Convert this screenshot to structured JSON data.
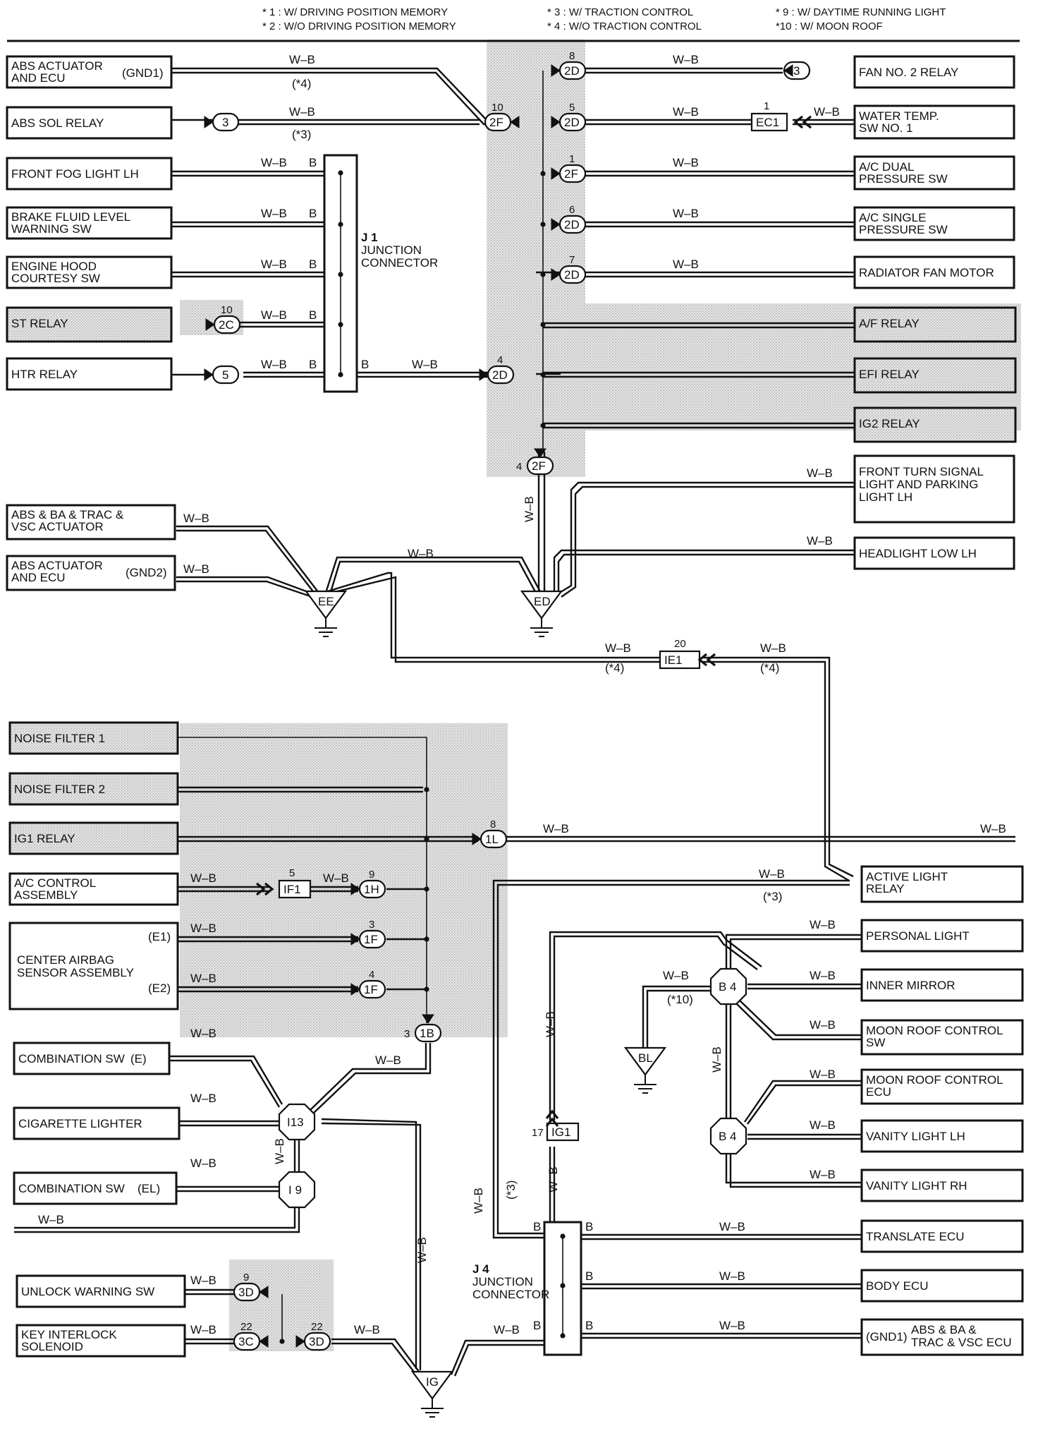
{
  "legend": [
    "* 1 : W/ DRIVING POSITION MEMORY",
    "* 2 : W/O DRIVING POSITION MEMORY",
    "* 3 : W/ TRACTION CONTROL",
    "* 4 : W/O TRACTION CONTROL",
    "* 9 : W/ DAYTIME RUNNING LIGHT",
    "*10 : W/ MOON ROOF"
  ],
  "wire": "W–B",
  "pin_b": "B",
  "left_components": [
    [
      "ABS ACTUATOR",
      "AND ECU",
      "(GND1)"
    ],
    [
      "ABS SOL RELAY"
    ],
    [
      "FRONT FOG LIGHT LH"
    ],
    [
      "BRAKE FLUID LEVEL",
      "WARNING SW"
    ],
    [
      "ENGINE HOOD",
      "COURTESY SW"
    ],
    [
      "ST RELAY"
    ],
    [
      "HTR RELAY"
    ],
    [
      "ABS & BA & TRAC &",
      "VSC ACTUATOR"
    ],
    [
      "ABS ACTUATOR",
      "AND ECU",
      "(GND2)"
    ],
    [
      "NOISE FILTER 1"
    ],
    [
      "NOISE FILTER 2"
    ],
    [
      "IG1 RELAY"
    ],
    [
      "A/C CONTROL",
      "ASSEMBLY"
    ],
    [
      "CENTER AIRBAG",
      "SENSOR ASSEMBLY",
      "(E1)",
      "(E2)"
    ],
    [
      "COMBINATION SW",
      "(E)"
    ],
    [
      "CIGARETTE LIGHTER"
    ],
    [
      "COMBINATION SW",
      "(EL)"
    ],
    [
      "UNLOCK WARNING SW"
    ],
    [
      "KEY INTERLOCK",
      "SOLENOID"
    ]
  ],
  "right_components": [
    [
      "FAN NO. 2 RELAY"
    ],
    [
      "WATER TEMP.",
      "SW NO. 1"
    ],
    [
      "A/C DUAL",
      "PRESSURE SW"
    ],
    [
      "A/C SINGLE",
      "PRESSURE SW"
    ],
    [
      "RADIATOR FAN MOTOR"
    ],
    [
      "A/F RELAY"
    ],
    [
      "EFI RELAY"
    ],
    [
      "IG2 RELAY"
    ],
    [
      "FRONT TURN SIGNAL",
      "LIGHT AND PARKING",
      "LIGHT LH"
    ],
    [
      "HEADLIGHT LOW LH"
    ],
    [
      "ACTIVE LIGHT",
      "RELAY"
    ],
    [
      "PERSONAL LIGHT"
    ],
    [
      "INNER MIRROR"
    ],
    [
      "MOON ROOF CONTROL",
      "SW"
    ],
    [
      "MOON ROOF CONTROL",
      "ECU"
    ],
    [
      "VANITY LIGHT LH"
    ],
    [
      "VANITY LIGHT RH"
    ],
    [
      "TRANSLATE ECU"
    ],
    [
      "BODY ECU"
    ],
    [
      "(GND1)",
      "ABS & BA &",
      "TRAC & VSC ECU"
    ]
  ],
  "junctions": {
    "j1": [
      "J 1",
      "JUNCTION",
      "CONNECTOR"
    ],
    "j4": [
      "J 4",
      "JUNCTION",
      "CONNECTOR"
    ]
  },
  "connectors": {
    "c2D_8": [
      "8",
      "2D"
    ],
    "c2F_10": [
      "10",
      "2F"
    ],
    "c2D_5": [
      "5",
      "2D"
    ],
    "c2F_1": [
      "1",
      "2F"
    ],
    "c2D_6": [
      "6",
      "2D"
    ],
    "c2D_7": [
      "7",
      "2D"
    ],
    "c2D_4": [
      "4",
      "2D"
    ],
    "c2F_4": [
      "4",
      "2F"
    ],
    "c2C_10": [
      "10",
      "2C"
    ],
    "c3_a": [
      "3"
    ],
    "c3_b": [
      "3"
    ],
    "c5": [
      "5"
    ],
    "c1L_8": [
      "8",
      "1L"
    ],
    "c1H_9": [
      "9",
      "1H"
    ],
    "c1F_3": [
      "3",
      "1F"
    ],
    "c1F_4": [
      "4",
      "1F"
    ],
    "c1B_3": [
      "3",
      "1B"
    ],
    "c3D_9": [
      "9",
      "3D"
    ],
    "c3C_22": [
      "22",
      "3C"
    ],
    "c3D_22": [
      "22",
      "3D"
    ],
    "ec1": [
      "1",
      "EC1"
    ],
    "ie1": [
      "20",
      "IE1"
    ],
    "if1": [
      "5",
      "IF1"
    ],
    "ig1c": [
      "17",
      "IG1"
    ]
  },
  "grounds": [
    "EE",
    "ED",
    "BL",
    "IG"
  ],
  "splices": [
    "B 4",
    "B 4",
    "I13",
    "I 9"
  ],
  "notes": [
    "(*4)",
    "(*3)",
    "(*4)",
    "(*4)",
    "(*3)",
    "(*10)",
    "(*3)"
  ]
}
